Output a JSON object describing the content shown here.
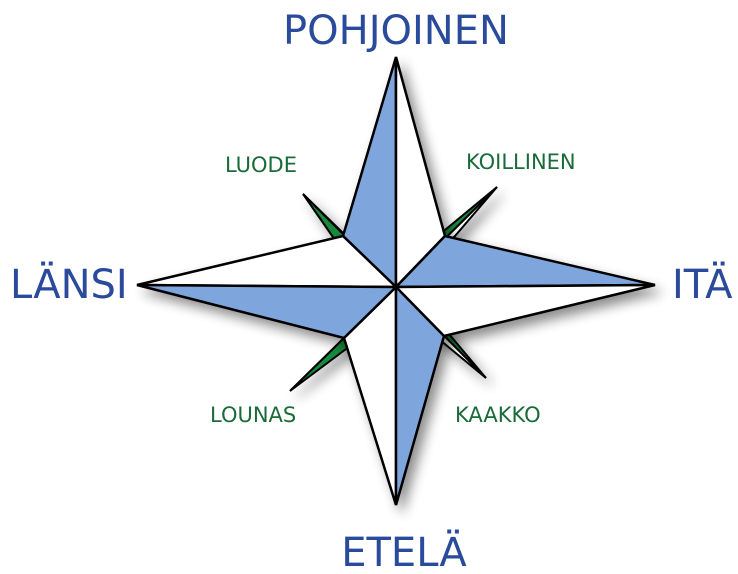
{
  "colors": {
    "cardinal_text": "#2a4a9c",
    "intercardinal_text": "#1a6b3a",
    "blue_fill": "#7ea6dc",
    "white_fill": "#ffffff",
    "green_fill": "#138a3c",
    "outline": "#000000"
  },
  "labels": {
    "north": "POHJOINEN",
    "south": "ETELÄ",
    "west": "LÄNSI",
    "east": "ITÄ",
    "northwest": "LUODE",
    "northeast": "KOILLINEN",
    "southwest": "LOUNAS",
    "southeast": "KAAKKO"
  }
}
